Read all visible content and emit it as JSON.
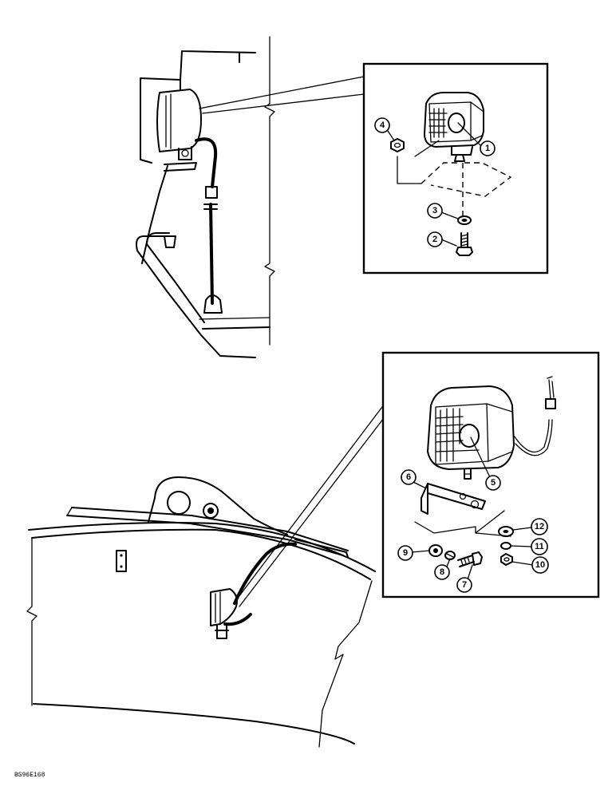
{
  "callouts": {
    "c1": "1",
    "c2": "2",
    "c3": "3",
    "c4": "4",
    "c5": "5",
    "c6": "6",
    "c7": "7",
    "c8": "8",
    "c9": "9",
    "c10": "10",
    "c11": "11",
    "c12": "12"
  },
  "figure_code": "BS96E168"
}
